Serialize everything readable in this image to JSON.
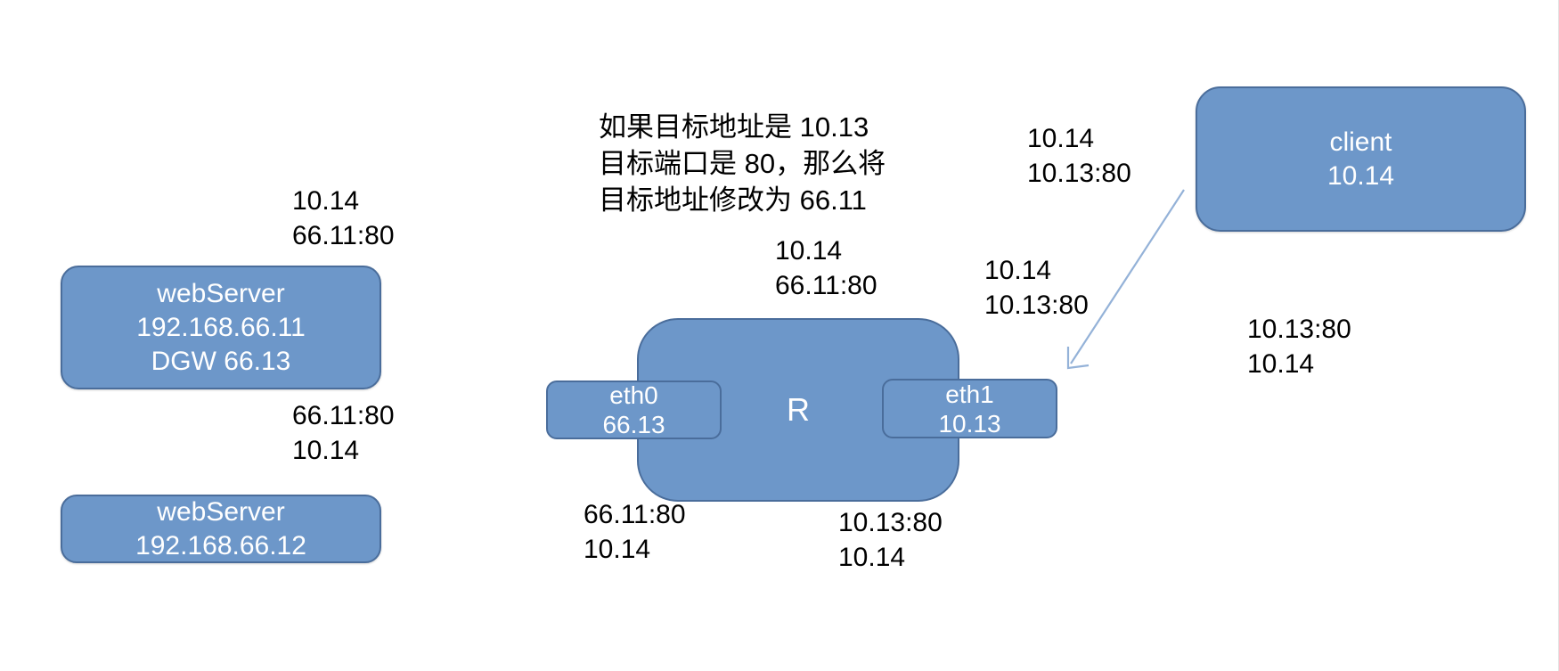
{
  "annotation": {
    "lines": [
      "如果目标地址是 10.13",
      "目标端口是 80，那么将",
      "目标地址修改为 66.11"
    ]
  },
  "nodes": {
    "webserver1": {
      "lines": [
        "webServer",
        "192.168.66.11",
        "DGW 66.13"
      ]
    },
    "webserver2": {
      "lines": [
        "webServer",
        "192.168.66.12"
      ]
    },
    "router": {
      "label": "R"
    },
    "eth0": {
      "lines": [
        "eth0",
        "66.13"
      ]
    },
    "eth1": {
      "lines": [
        "eth1",
        "10.13"
      ]
    },
    "client": {
      "lines": [
        "client",
        "10.14"
      ]
    }
  },
  "labels": {
    "above_webserver1": {
      "lines": [
        "10.14",
        "66.11:80"
      ]
    },
    "below_webserver1": {
      "lines": [
        "66.11:80",
        "10.14"
      ]
    },
    "above_router": {
      "lines": [
        "10.14",
        "66.11:80"
      ]
    },
    "below_router_left": {
      "lines": [
        "66.11:80",
        "10.14"
      ]
    },
    "below_router_right": {
      "lines": [
        "10.13:80",
        "10.14"
      ]
    },
    "client_top": {
      "lines": [
        "10.14",
        "10.13:80"
      ]
    },
    "near_eth1": {
      "lines": [
        "10.14",
        "10.13:80"
      ]
    },
    "right_of_client": {
      "lines": [
        "10.13:80",
        "10.14"
      ]
    }
  },
  "colors": {
    "node_fill": "#6d97c9",
    "node_border": "#4a6d9b",
    "arrow": "#94b2d8",
    "label_text": "#000000",
    "node_text": "#ffffff",
    "page_bg": "#ffffff"
  }
}
